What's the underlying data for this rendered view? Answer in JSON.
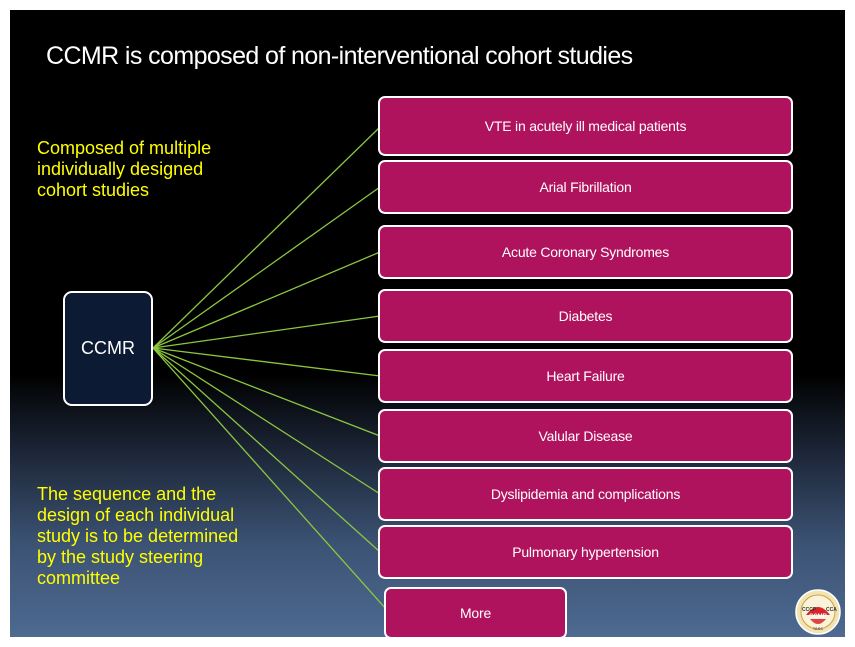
{
  "title": "CCMR  is composed of non-interventional cohort studies",
  "note_top": "Composed of multiple\nindividually designed\ncohort studies",
  "note_bottom": "The sequence and the\ndesign of each individual\nstudy is to be determined\nby the study steering\ncommittee",
  "center_node": "CCMR",
  "studies": [
    "VTE in acutely ill medical patients",
    "Arial  Fibrillation",
    "Acute Coronary Syndromes",
    "Diabetes",
    "Heart Failure",
    "Valular Disease",
    "Dyslipidemia and complications",
    "Pulmonary hypertension",
    "More"
  ],
  "logo": {
    "text_left": "CCCP",
    "text_right": "CCA",
    "text_center": "CCMR",
    "text_bottom": "TASC"
  },
  "colors": {
    "study_box_fill": "#b0135e",
    "center_node_fill": "#0d1a33",
    "connector": "#8cc63f",
    "note_text": "#ffff00"
  }
}
